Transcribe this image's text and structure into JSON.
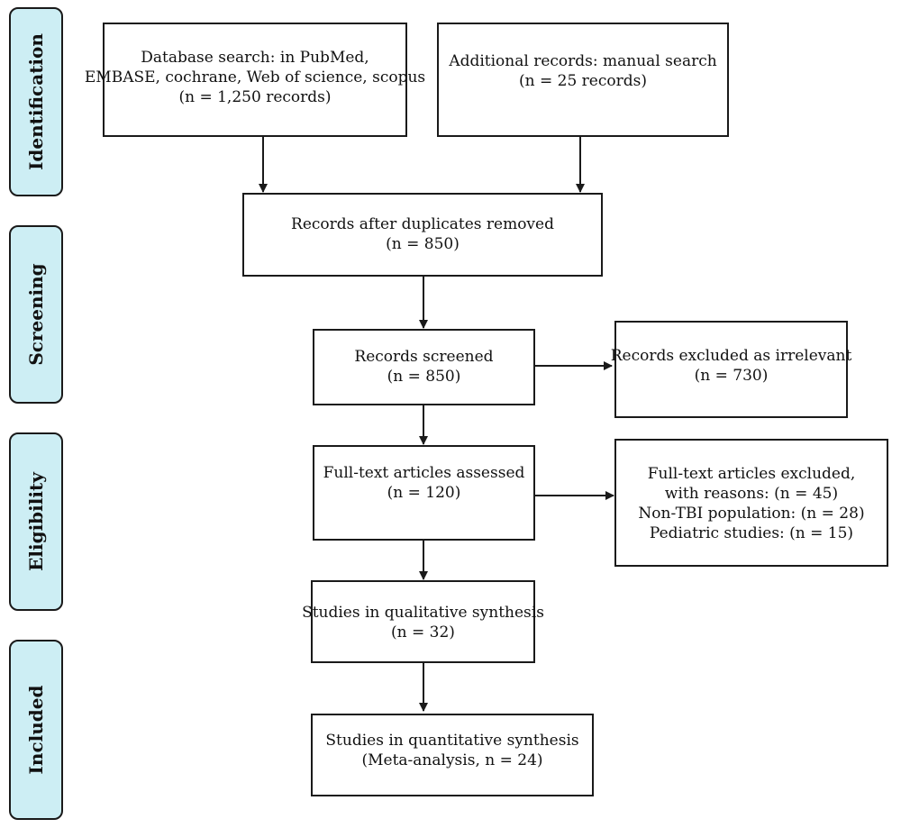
{
  "stages": {
    "identification": "Identification",
    "screening": "Screening",
    "eligibility": "Eligibility",
    "included": "Included"
  },
  "boxes": {
    "database_search": [
      "Database search: in PubMed,",
      "EMBASE, cochrane, Web of science, scopus",
      "(n = 1,250 records)"
    ],
    "additional_records": [
      "Additional records: manual search",
      "(n = 25 records)"
    ],
    "duplicates_removed": [
      "Records after duplicates removed",
      "(n = 850)"
    ],
    "records_screened": [
      "Records screened",
      "(n = 850)"
    ],
    "records_excluded": [
      "Records excluded as irrelevant",
      "(n = 730)"
    ],
    "fulltext_assessed": [
      "Full-text articles assessed",
      "(n = 120)"
    ],
    "fulltext_excluded": [
      "Full-text articles excluded,",
      "with reasons: (n = 45)",
      "Non-TBI population: (n = 28)",
      "Pediatric studies: (n = 15)"
    ],
    "qualitative_synthesis": [
      "Studies in qualitative synthesis",
      "(n = 32)"
    ],
    "quantitative_synthesis": [
      "Studies in quantitative synthesis",
      "(Meta-analysis, n = 24)"
    ]
  }
}
